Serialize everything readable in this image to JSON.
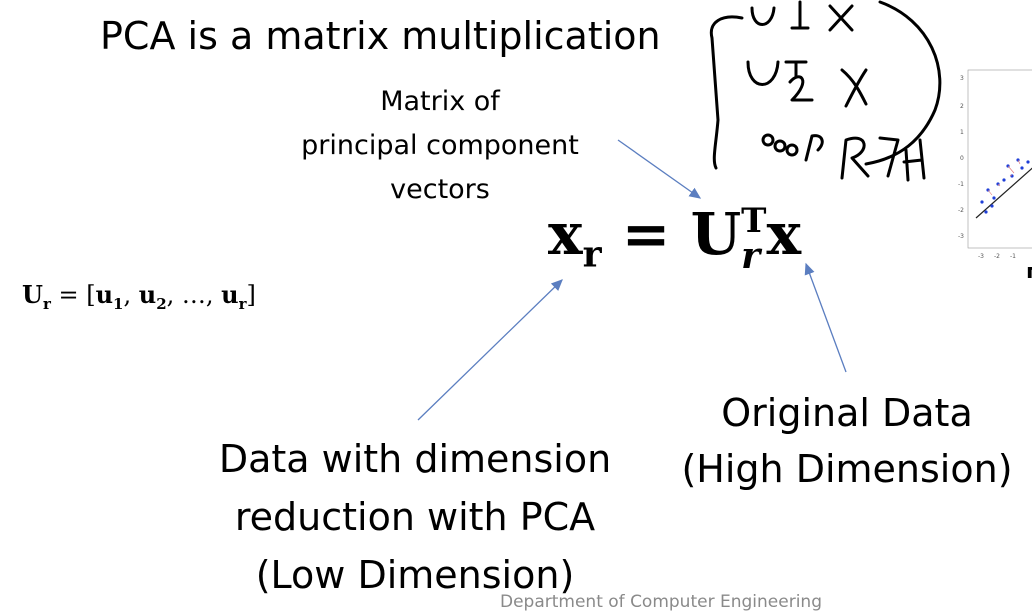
{
  "slide": {
    "title": "PCA is a matrix multiplication",
    "matrix_label": [
      "Matrix of",
      "principal component",
      "vectors"
    ],
    "equation": {
      "lhs": "x",
      "lhs_sub": "r",
      "equals": "=",
      "rhs_matrix": "U",
      "rhs_sup": "T",
      "rhs_sub": "r",
      "rhs_vec": "x"
    },
    "definition": {
      "lhs": "U",
      "lhs_sub": "r",
      "rhs": "= [",
      "u1": "u",
      "u1_sub": "1",
      "u2": "u",
      "u2_sub": "2",
      "dots": "…",
      "ur": "u",
      "ur_sub": "r",
      "close": "]"
    },
    "low_label": [
      "Data with dimension",
      "reduction with PCA",
      "(Low Dimension)"
    ],
    "orig_label": [
      "Original Data",
      "(High Dimension)"
    ],
    "footer": "Department of Computer Engineering",
    "plot_caption": "D",
    "ink_color": "#000000",
    "arrow_color": "#5b7ec0"
  }
}
